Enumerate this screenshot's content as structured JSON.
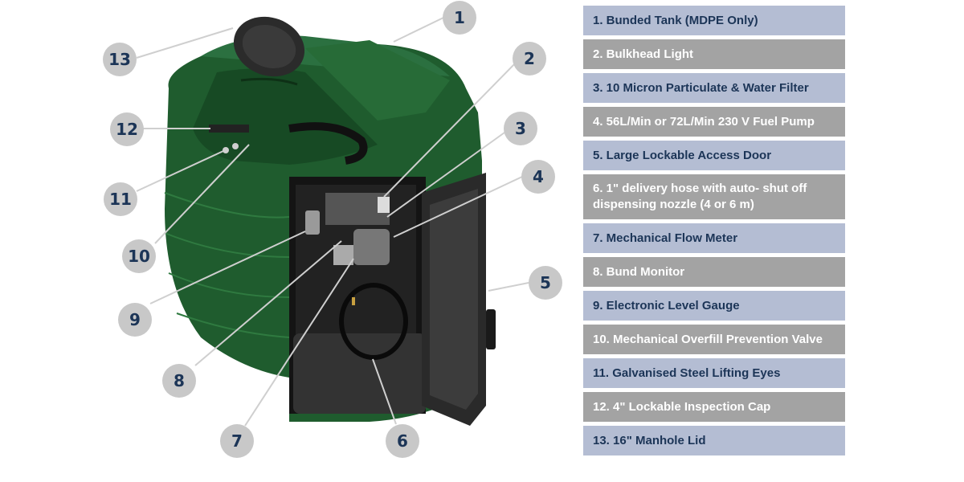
{
  "colors": {
    "tank_green": "#1f5c2e",
    "badge_fill": "#c8c8c8",
    "badge_text": "#1c3557",
    "legend_blue": "#b4bdd3",
    "legend_grey": "#a3a3a3"
  },
  "callouts": [
    "1",
    "2",
    "3",
    "4",
    "5",
    "6",
    "7",
    "8",
    "9",
    "10",
    "11",
    "12",
    "13"
  ],
  "legend": [
    "1.  Bunded Tank (MDPE Only)",
    "2. Bulkhead Light",
    "3.  10 Micron Particulate & Water Filter",
    "4. 56L/Min or 72L/Min 230 V Fuel Pump",
    "5.  Large Lockable Access Door",
    "6. 1\" delivery hose with auto- shut off dispensing nozzle (4 or 6 m)",
    "7. Mechanical Flow Meter",
    "8. Bund Monitor",
    "9. Electronic Level Gauge",
    "10. Mechanical Overfill Prevention Valve",
    "11. Galvanised Steel Lifting Eyes",
    "12. 4\" Lockable Inspection Cap",
    "13. 16\" Manhole Lid"
  ]
}
